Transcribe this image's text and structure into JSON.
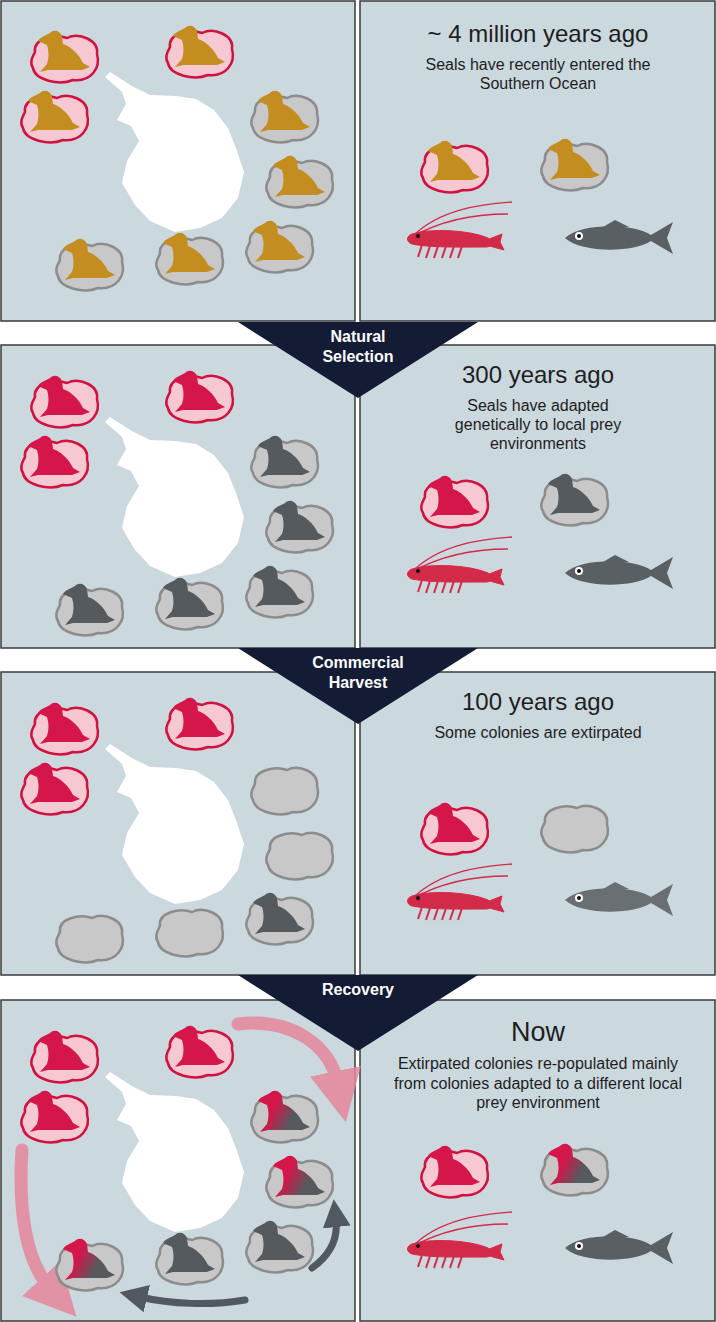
{
  "diagram": {
    "nodes": [
      {
        "text": [
          "~ 4 million years ago",
          "Seals have recently entered the Southern Ocean"
        ]
      },
      {
        "text": [
          "Natural Selection"
        ]
      },
      {
        "text": [
          "300 years ago",
          "Seals have adapted genetically to local prey environments"
        ]
      },
      {
        "text": [
          "Commercial Harvest"
        ]
      },
      {
        "text": [
          "100 years ago",
          "Some colonies are extirpated"
        ]
      },
      {
        "text": [
          "Recovery"
        ]
      },
      {
        "text": [
          "Now",
          "Extirpated colonies re-populated mainly from colonies adapted to a different local prey environment"
        ]
      }
    ]
  }
}
